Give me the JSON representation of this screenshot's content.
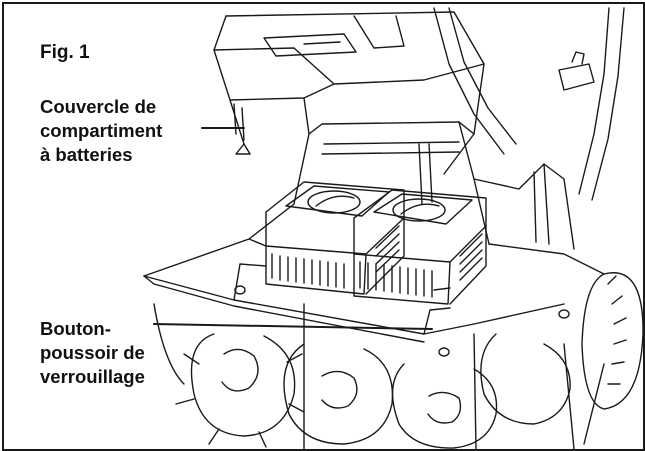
{
  "figure": {
    "title": "Fig. 1"
  },
  "callouts": {
    "cover": {
      "lines": [
        "Couvercle de",
        "compartiment",
        "à batteries"
      ]
    },
    "button": {
      "lines": [
        "Bouton-",
        "poussoir de",
        "verrouillage"
      ]
    }
  },
  "colors": {
    "line": "#1a1a1a",
    "background": "#ffffff"
  },
  "illustration": {
    "subject": "battery-powered snow thrower with open battery compartment holding two batteries"
  }
}
